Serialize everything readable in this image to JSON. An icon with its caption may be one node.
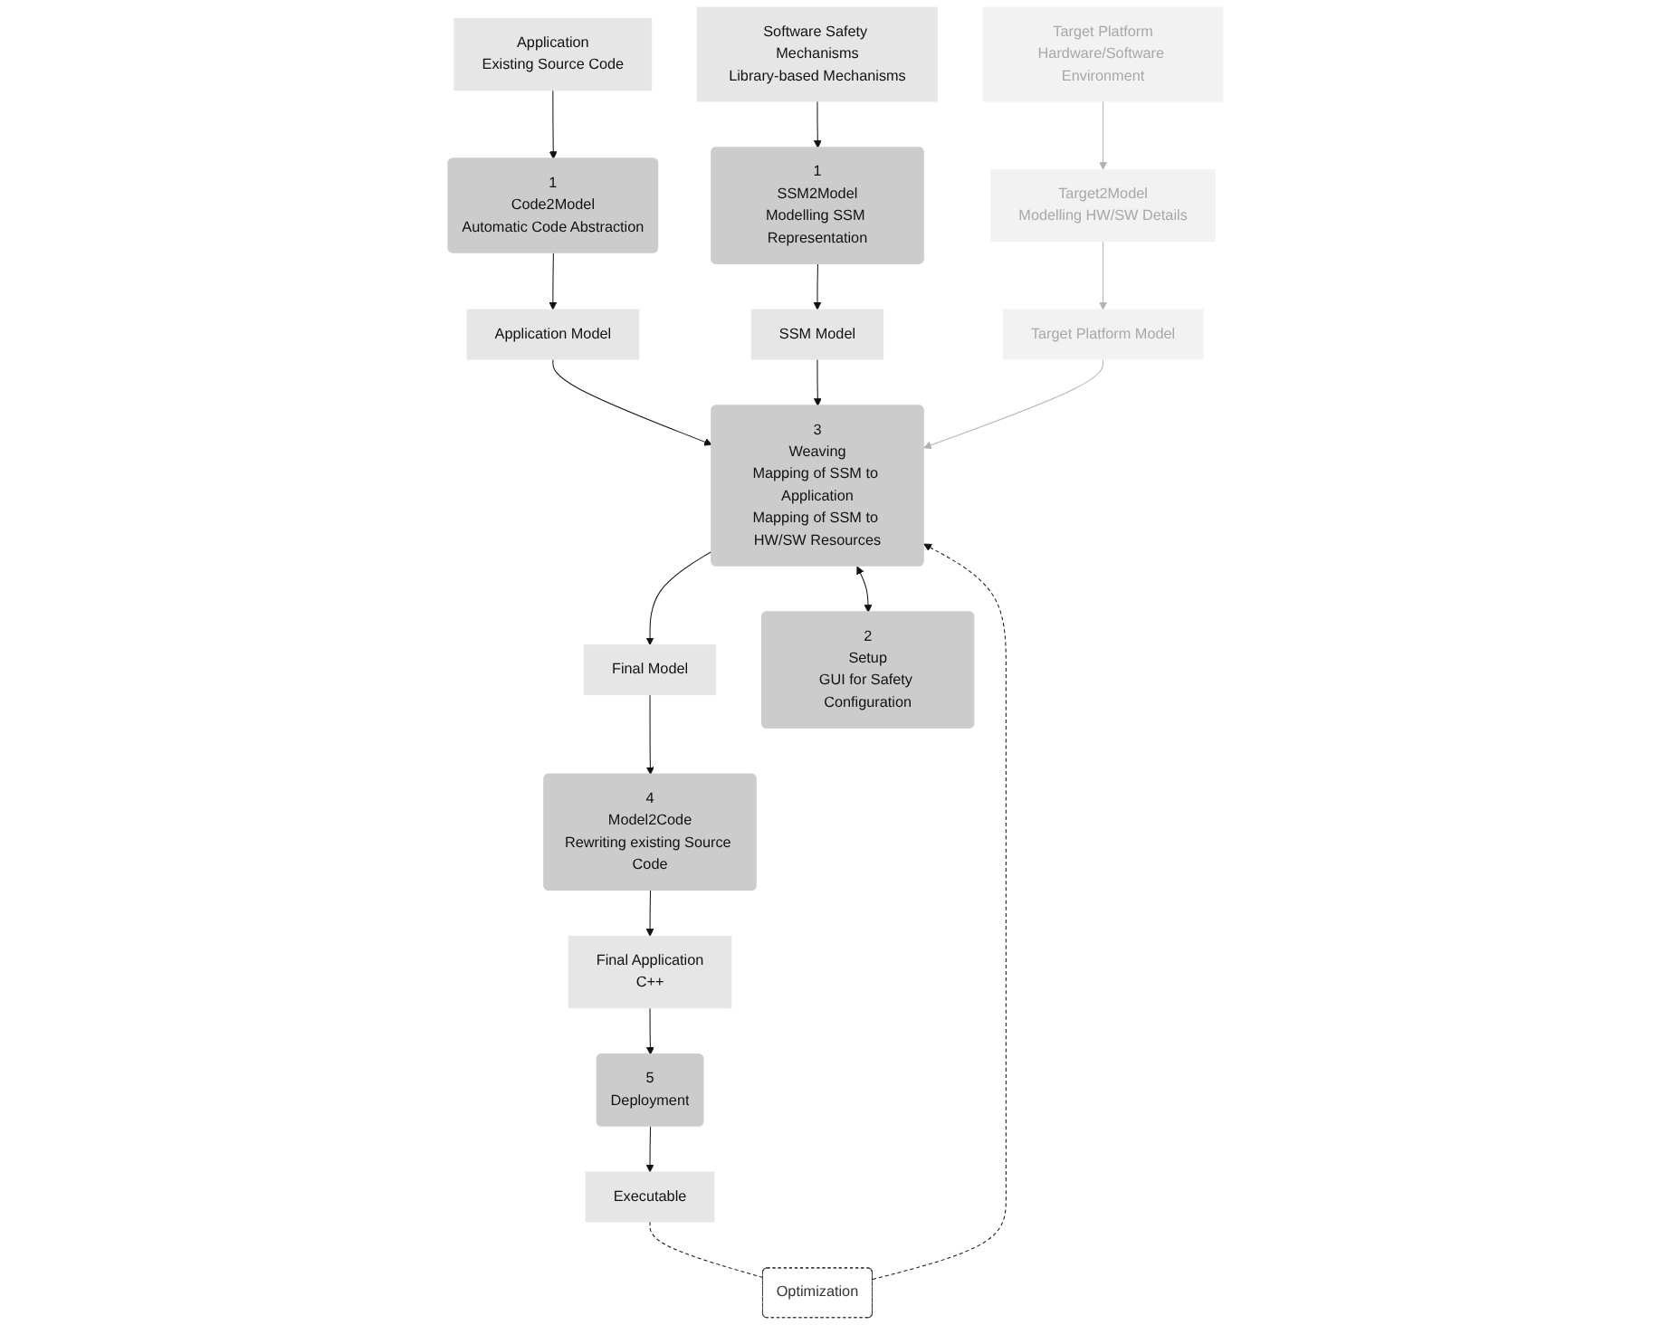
{
  "diagram": {
    "nodes": [
      {
        "text": [
          "Application",
          "Existing Source Code"
        ]
      },
      {
        "text": [
          "Software Safety Mechanisms",
          "Library-based Mechanisms"
        ]
      },
      {
        "text": [
          "Target Platform",
          "Hardware/Software Environment"
        ]
      },
      {
        "text": [
          "1",
          "Code2Model",
          "Automatic Code Abstraction"
        ]
      },
      {
        "text": [
          "1",
          "SSM2Model",
          "Modelling SSM Representation"
        ]
      },
      {
        "text": [
          "Target2Model",
          "Modelling HW/SW Details"
        ]
      },
      {
        "text": [
          "Application Model"
        ]
      },
      {
        "text": [
          "SSM Model"
        ]
      },
      {
        "text": [
          "Target Platform Model"
        ]
      },
      {
        "text": [
          "3",
          "Weaving",
          "Mapping of SSM to Application",
          "Mapping of SSM to HW/SW Resources"
        ]
      },
      {
        "text": [
          "Final Model"
        ]
      },
      {
        "text": [
          "4",
          "Model2Code",
          "Rewriting existing Source Code"
        ]
      },
      {
        "text": [
          "2",
          "Setup",
          "GUI for Safety Configuration"
        ]
      },
      {
        "text": [
          "Final Application",
          "C++"
        ]
      },
      {
        "text": [
          "Executable"
        ]
      },
      {
        "text": [
          "5",
          "Deployment"
        ]
      },
      {
        "text": [
          "Optimization"
        ]
      }
    ],
    "edges": [
      {
        "from": 0,
        "to": 3,
        "arrow": "to"
      },
      {
        "from": 1,
        "to": 4,
        "arrow": "to"
      },
      {
        "from": 2,
        "to": 5,
        "arrow": "to",
        "color": "#b3b3b3"
      },
      {
        "from": 3,
        "to": 6,
        "arrow": "to"
      },
      {
        "from": 4,
        "to": 7,
        "arrow": "to"
      },
      {
        "from": 5,
        "to": 8,
        "arrow": "to",
        "color": "#b3b3b3"
      },
      {
        "from": 6,
        "to": 9,
        "arrow": "to"
      },
      {
        "from": 7,
        "to": 9,
        "arrow": "to"
      },
      {
        "from": 8,
        "to": 9,
        "arrow": "to",
        "color": "#b3b3b3"
      },
      {
        "from": 9,
        "to": 10,
        "arrow": "to"
      },
      {
        "from": 10,
        "to": 11,
        "arrow": "to"
      },
      {
        "from": 9,
        "to": 12,
        "arrow": "both"
      },
      {
        "from": 11,
        "to": 13,
        "arrow": "to"
      },
      {
        "from": 13,
        "to": 15,
        "arrow": "to"
      },
      {
        "from": 15,
        "to": 14,
        "arrow": "to"
      },
      {
        "from": 14,
        "to": 16,
        "arrow": "none",
        "style": "dashed"
      },
      {
        "from": 16,
        "to": 9,
        "arrow": "to",
        "style": "dashed"
      }
    ]
  }
}
